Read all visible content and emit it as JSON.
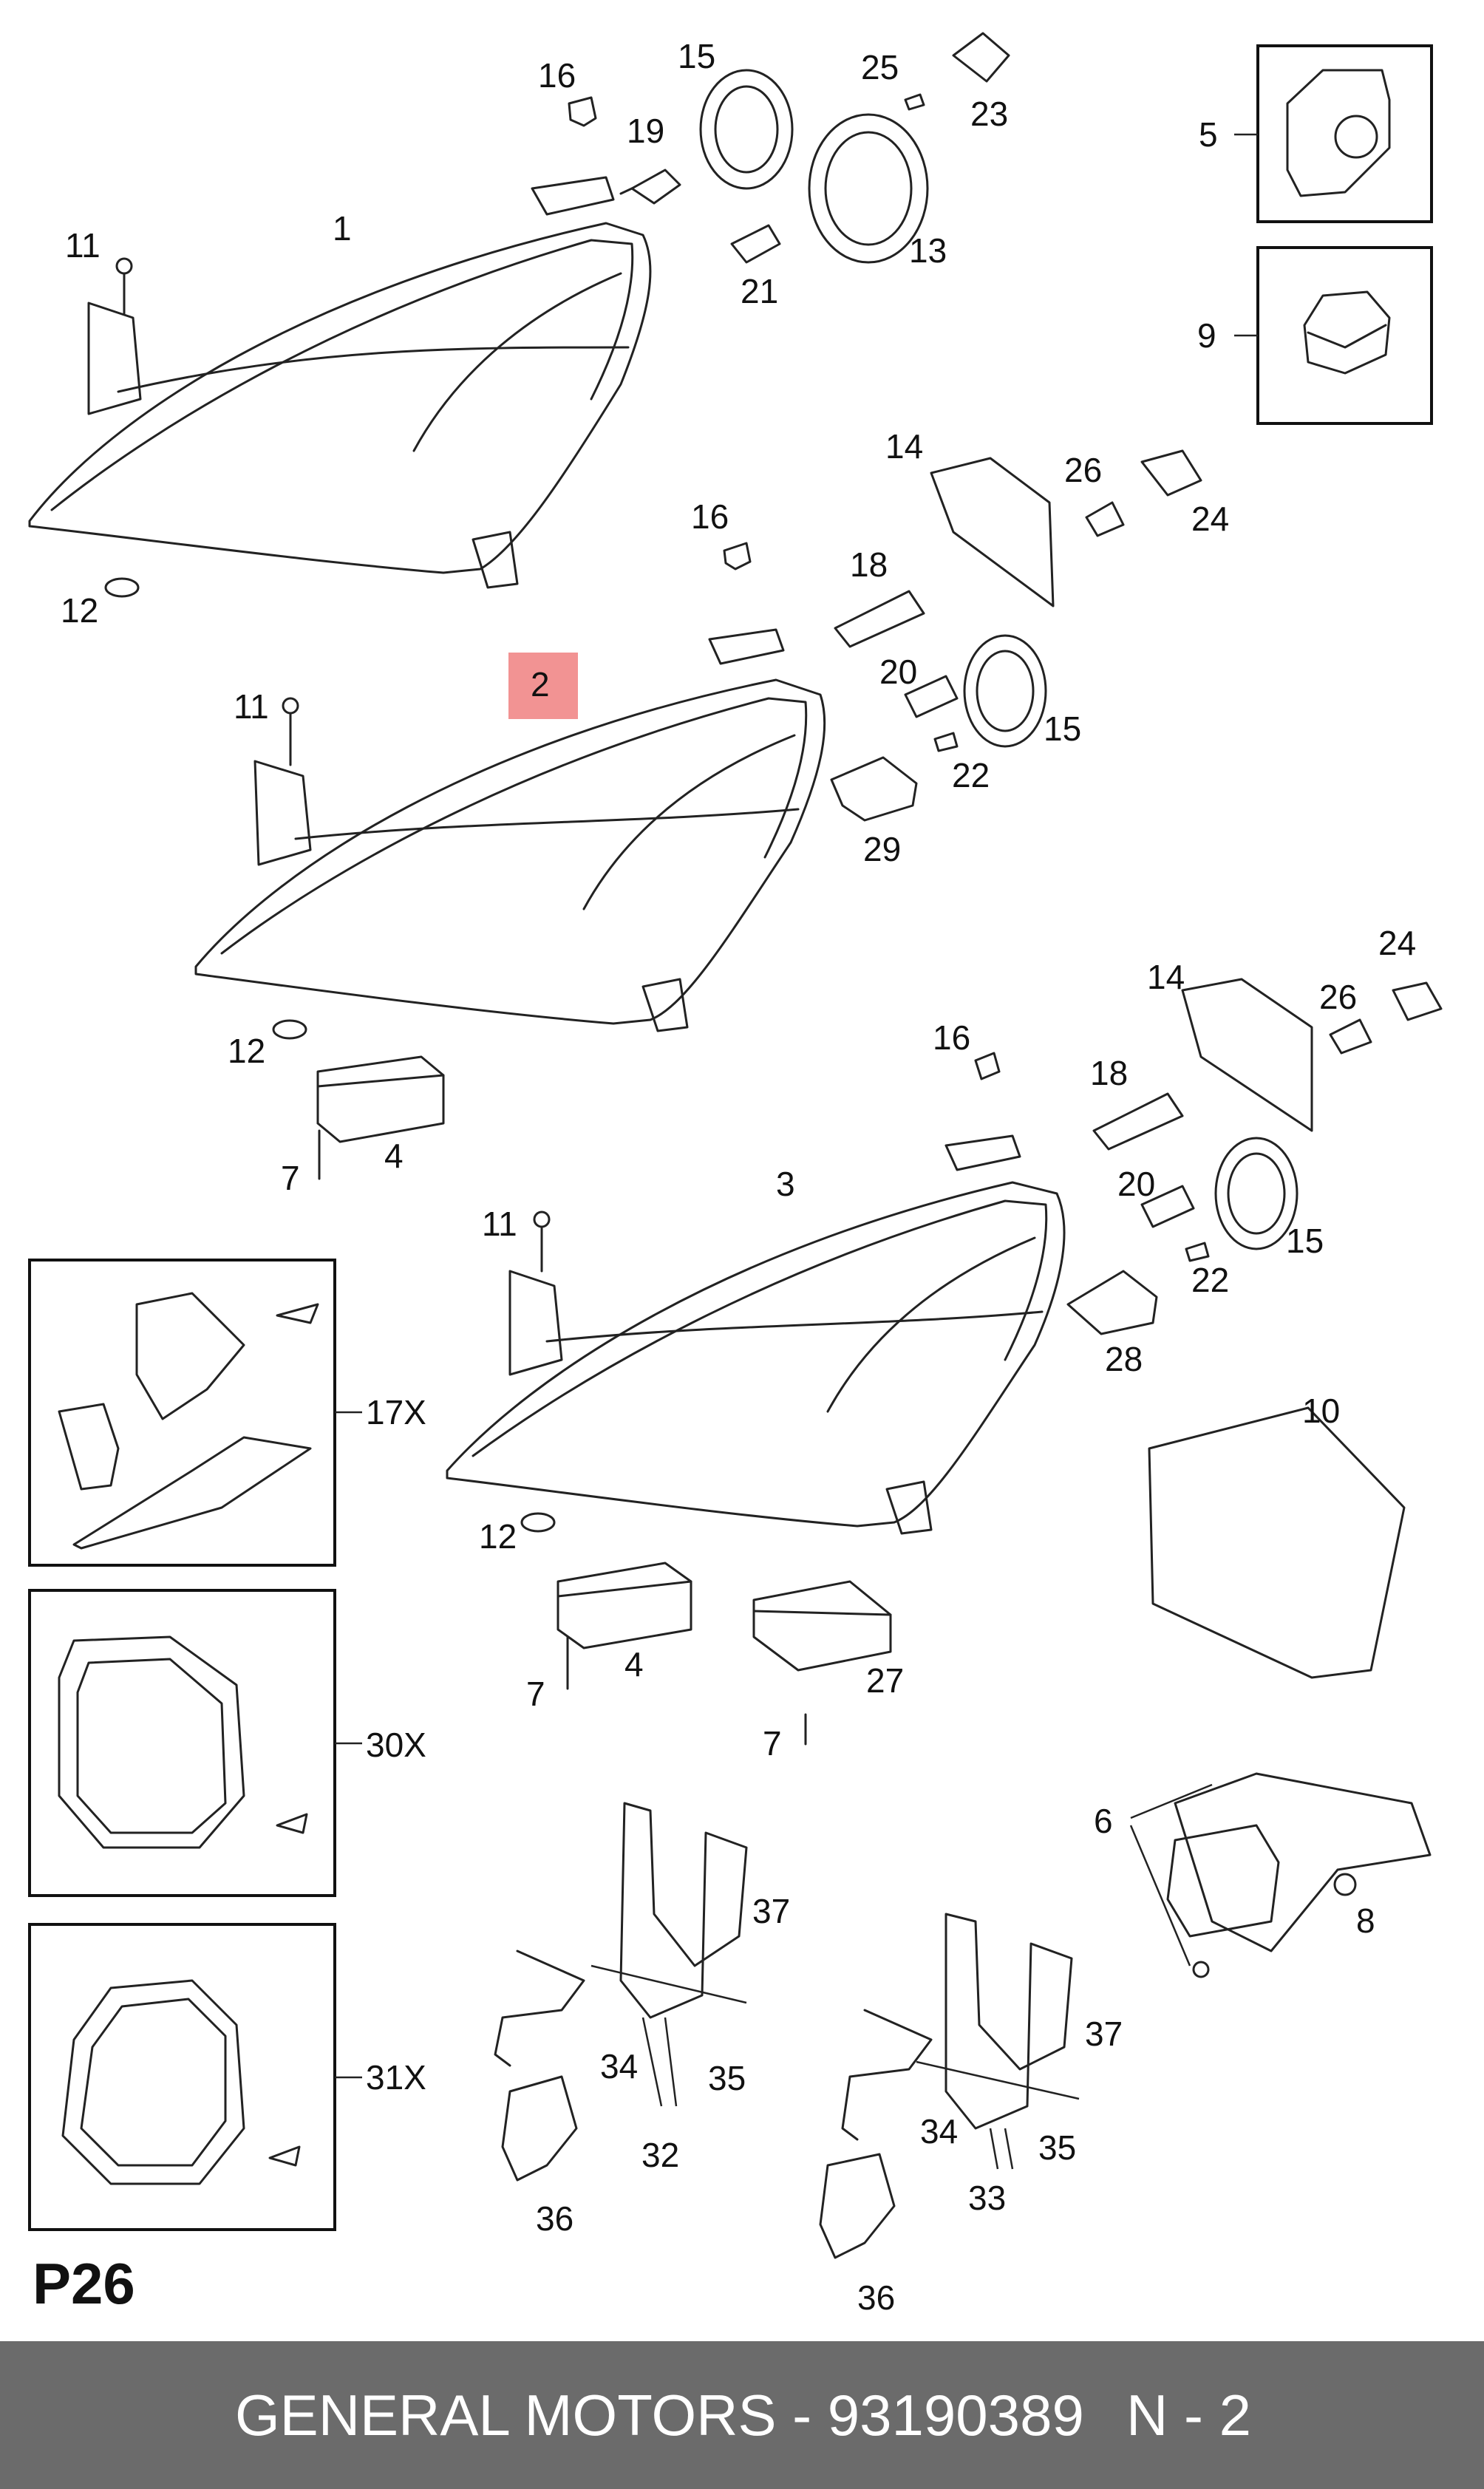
{
  "diagram": {
    "page_ref": "P26",
    "highlighted_callout": "2",
    "highlight_color": "#f08080",
    "callouts": {
      "c1": "1",
      "c2": "2",
      "c3": "3",
      "c4a": "4",
      "c4b": "4",
      "c5": "5",
      "c6": "6",
      "c7a": "7",
      "c7b": "7",
      "c7c": "7",
      "c8": "8",
      "c9": "9",
      "c10": "10",
      "c11a": "11",
      "c11b": "11",
      "c11c": "11",
      "c12a": "12",
      "c12b": "12",
      "c12c": "12",
      "c13": "13",
      "c14a": "14",
      "c14b": "14",
      "c15a": "15",
      "c15b": "15",
      "c15c": "15",
      "c16a": "16",
      "c16b": "16",
      "c16c": "16",
      "c17x": "17X",
      "c18a": "18",
      "c18b": "18",
      "c19": "19",
      "c20a": "20",
      "c20b": "20",
      "c21": "21",
      "c22a": "22",
      "c22b": "22",
      "c23": "23",
      "c24a": "24",
      "c24b": "24",
      "c25": "25",
      "c26a": "26",
      "c26b": "26",
      "c27": "27",
      "c28": "28",
      "c29": "29",
      "c30x": "30X",
      "c31x": "31X",
      "c32": "32",
      "c33": "33",
      "c34a": "34",
      "c34b": "34",
      "c35a": "35",
      "c35b": "35",
      "c36a": "36",
      "c36b": "36",
      "c37a": "37",
      "c37b": "37"
    }
  },
  "footer": {
    "brand_part": "GENERAL MOTORS - 93190389",
    "page": "N - 2",
    "background": "#6b6b6b",
    "text_color": "#ffffff"
  }
}
